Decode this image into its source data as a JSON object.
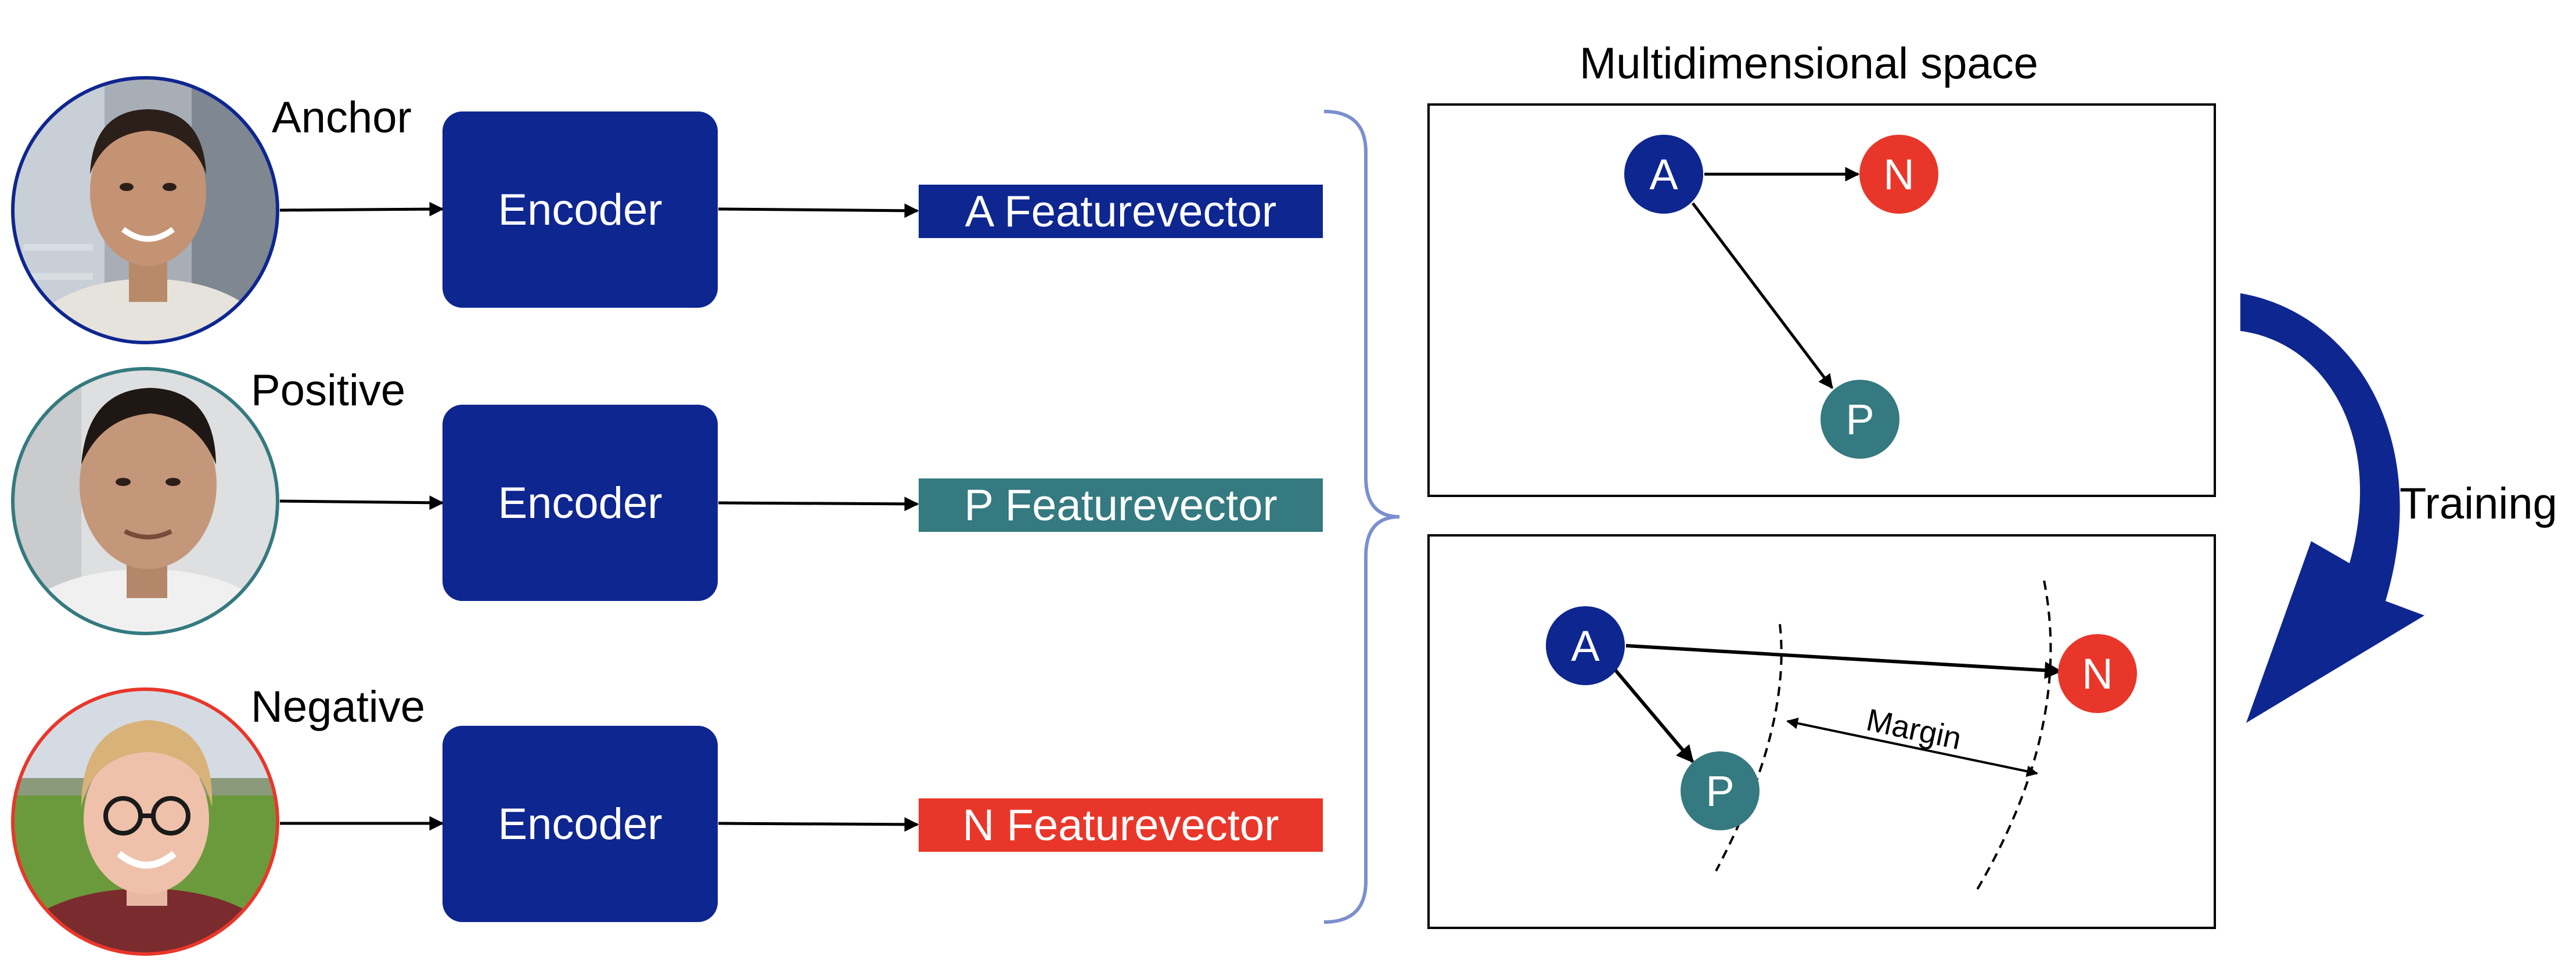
{
  "colors": {
    "encoder": "#0e2690",
    "anchor": "#0e2690",
    "positive": "#347a80",
    "negative": "#e8372a",
    "brace": "#7b8fcf",
    "training_arrow": "#0e2690"
  },
  "inputs": [
    {
      "role": "anchor",
      "label": "Anchor",
      "image": "portrait-photo-anchor",
      "encoder_label": "Encoder",
      "feature_label": "A Featurevector"
    },
    {
      "role": "positive",
      "label": "Positive",
      "image": "portrait-photo-positive",
      "encoder_label": "Encoder",
      "feature_label": "P Featurevector"
    },
    {
      "role": "negative",
      "label": "Negative",
      "image": "portrait-photo-negative",
      "encoder_label": "Encoder",
      "feature_label": "N Featurevector"
    }
  ],
  "space": {
    "title": "Multidimensional space",
    "before": {
      "nodes": {
        "anchor": "A",
        "negative": "N",
        "positive": "P"
      }
    },
    "after": {
      "nodes": {
        "anchor": "A",
        "negative": "N",
        "positive": "P"
      },
      "margin_label": "Margin"
    }
  },
  "training_label": "Training"
}
